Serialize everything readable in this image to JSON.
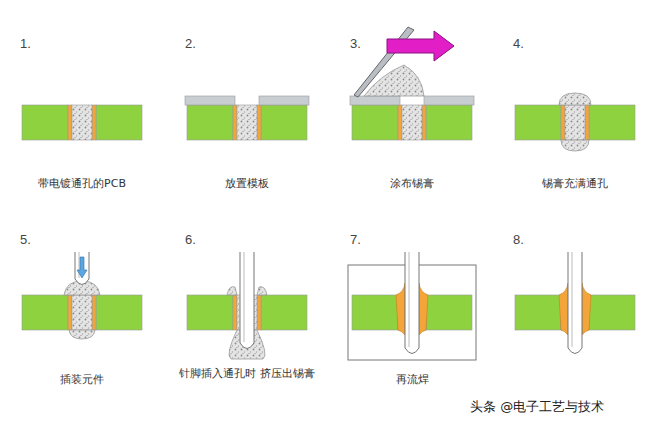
{
  "diagram": {
    "labels": [
      "1.",
      "带电镀通孔的PCB",
      "2.",
      "放置模板",
      "3.",
      "涂布锡膏",
      "4.",
      "锡膏充满通孔",
      "5.",
      "插装元件",
      "6.",
      "针脚插入通孔时 挤压出锡膏",
      "7.",
      "再流焊",
      "8.",
      "头条 @电子工艺与技术"
    ]
  }
}
